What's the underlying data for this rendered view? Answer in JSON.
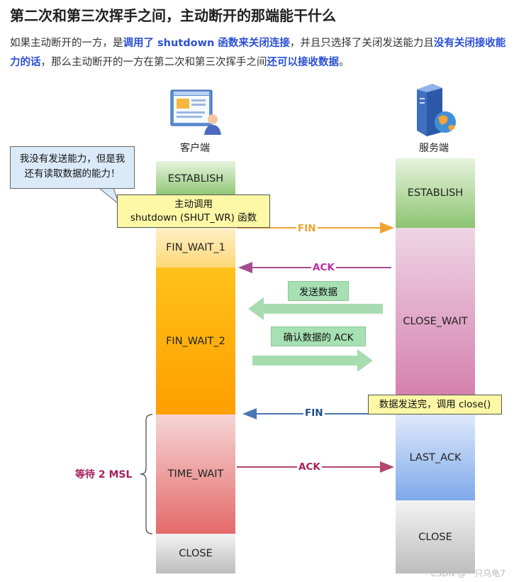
{
  "heading": "第二次和第三次挥手之间，主动断开的那端能干什么",
  "paragraph": {
    "p1": "如果主动断开的一方，是",
    "h1": "调用了 shutdown 函数来关闭连接",
    "p2": "，并且只选择了关闭发送能力且",
    "h2": "没有关闭接收能力的话",
    "p3": "，那么主动断开的一方在第二次和第三次挥手之间",
    "h3": "还可以接收数据",
    "p4": "。"
  },
  "diagram": {
    "client_label": "客户端",
    "server_label": "服务端",
    "client_states": {
      "establish": "ESTABLISH",
      "fin_wait_1": "FIN_WAIT_1",
      "fin_wait_2": "FIN_WAIT_2",
      "time_wait": "TIME_WAIT",
      "close": "CLOSE"
    },
    "server_states": {
      "establish": "ESTABLISH",
      "close_wait": "CLOSE_WAIT",
      "last_ack": "LAST_ACK",
      "close": "CLOSE"
    },
    "bubble_text": {
      "line1": "我没有发送能力，但是我",
      "line2": "还有读取数据的能力！"
    },
    "shutdown_note": {
      "line1": "主动调用",
      "line2": "shutdown (SHUT_WR) 函数"
    },
    "close_note": "数据发送完，调用 close()",
    "messages": {
      "fin1": "FIN",
      "ack1": "ACK",
      "fin2": "FIN",
      "ack2": "ACK"
    },
    "green_labels": {
      "send_data": "发送数据",
      "ack_data": "确认数据的 ACK"
    },
    "msl_label": "等待 2 MSL",
    "colors": {
      "fin1": "#f0a330",
      "ack1": "#a64d8f",
      "fin2": "#4a77b0",
      "ack2": "#b2456e",
      "green_arrow": "#a7dcb0",
      "highlight": "#2b4fd6"
    }
  },
  "watermark": "CSDN @一只乌龟7"
}
